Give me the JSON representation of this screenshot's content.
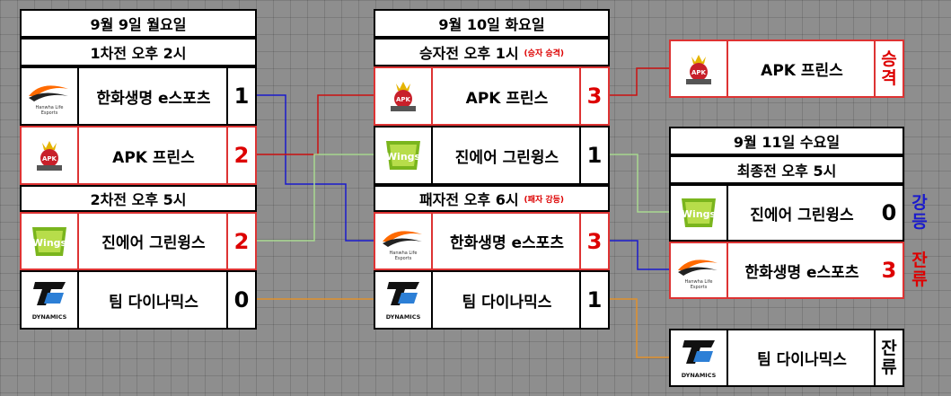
{
  "colors": {
    "win_red": "#dd0000",
    "blue_line": "#1a1acc",
    "green_line": "#a8d890",
    "orange_line": "#e0912c",
    "red_line": "#cc1111"
  },
  "day1": {
    "date": "9월 9일 월요일",
    "m1_header": "1차전 오후 2시",
    "m1_team1": {
      "name": "한화생명 e스포츠",
      "score": "1",
      "logo": "hanwha-life-esports-logo"
    },
    "m1_team2": {
      "name": "APK 프린스",
      "score": "2",
      "logo": "apk-prince-logo"
    },
    "m2_header": "2차전 오후 5시",
    "m2_team1": {
      "name": "진에어 그린윙스",
      "score": "2",
      "logo": "jin-air-greenwings-logo"
    },
    "m2_team2": {
      "name": "팀 다이나믹스",
      "score": "0",
      "logo": "team-dynamics-logo"
    }
  },
  "day2": {
    "date": "9월 10일 화요일",
    "winners_header": "승자전 오후 1시",
    "winners_note": "(승자 승격)",
    "w_team1": {
      "name": "APK 프린스",
      "score": "3"
    },
    "w_team2": {
      "name": "진에어 그린윙스",
      "score": "1"
    },
    "losers_header": "패자전 오후 6시",
    "losers_note": "(패자 강등)",
    "l_team1": {
      "name": "한화생명 e스포츠",
      "score": "3"
    },
    "l_team2": {
      "name": "팀 다이나믹스",
      "score": "1"
    }
  },
  "promoted": {
    "name": "APK 프린스",
    "result_1": "승",
    "result_2": "격"
  },
  "day3": {
    "date": "9월 11일 수요일",
    "final_header": "최종전 오후 5시",
    "f_team1": {
      "name": "진에어 그린윙스",
      "score": "0",
      "result_1": "강",
      "result_2": "등"
    },
    "f_team2": {
      "name": "한화생명 e스포츠",
      "score": "3",
      "result_1": "잔",
      "result_2": "류"
    }
  },
  "remain": {
    "name": "팀 다이나믹스",
    "result_1": "잔",
    "result_2": "류"
  }
}
